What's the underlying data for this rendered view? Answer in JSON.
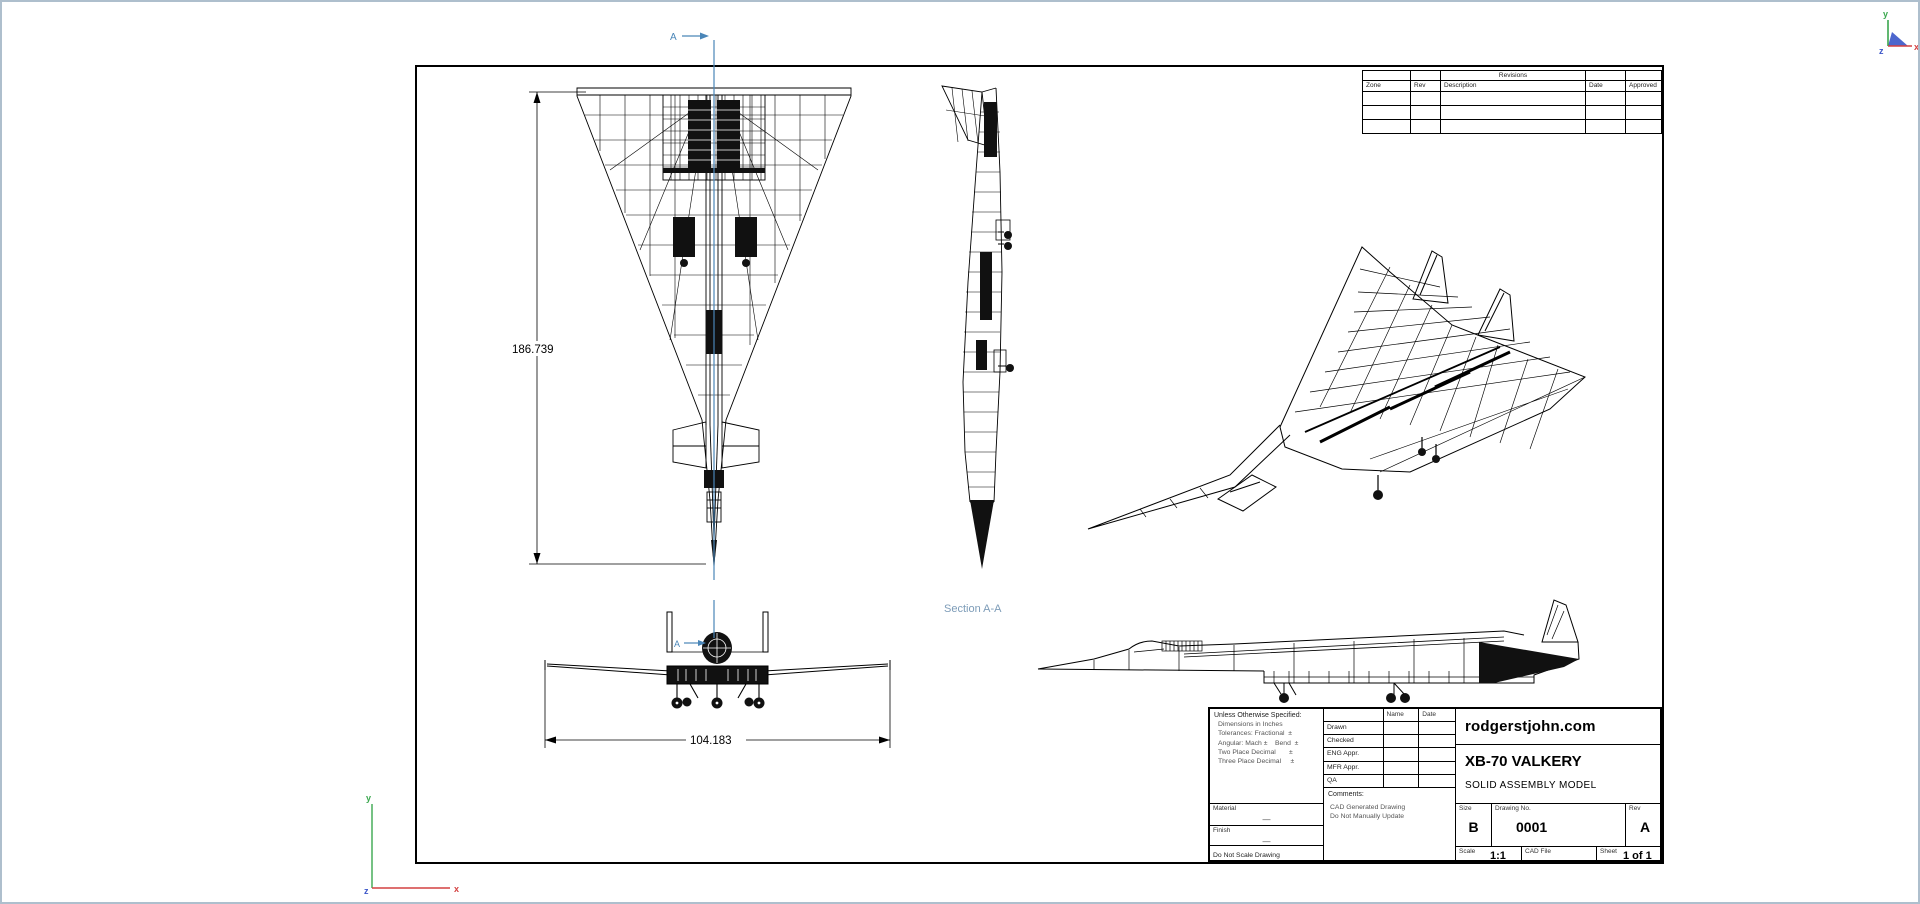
{
  "sheet": {
    "line_color": "#000000",
    "background": "#ffffff"
  },
  "section": {
    "cut_label": "A",
    "view_label": "Section A-A",
    "line_color": "#4a86b8",
    "label_color": "#7d9cb8"
  },
  "dimensions": {
    "overall_length": "186.739",
    "wingspan": "104.183"
  },
  "revision_table": {
    "title": "Revisions",
    "columns": [
      "Zone",
      "Rev",
      "Description",
      "Date",
      "Approved"
    ]
  },
  "title_block": {
    "tolerance": {
      "heading": "Unless Otherwise Specified:",
      "lines": [
        "Dimensions in Inches",
        "Tolerances: Fractional  ±",
        "Angular: Mach ±    Bend  ±",
        "Two Place Decimal       ±",
        "Three Place Decimal     ±"
      ]
    },
    "material_label": "Material",
    "material_value": "—",
    "finish_label": "Finish",
    "finish_value": "—",
    "do_not_scale": "Do Not Scale Drawing",
    "approvals": {
      "name_header": "Name",
      "date_header": "Date",
      "rows": [
        "Drawn",
        "Checked",
        "ENG Appr.",
        "MFR Appr.",
        "QA"
      ]
    },
    "comments": {
      "label": "Comments:",
      "lines": [
        "CAD Generated Drawing",
        "Do Not Manually Update"
      ]
    },
    "company": "rodgerstjohn.com",
    "title": "XB-70 VALKERY",
    "subtitle": "SOLID ASSEMBLY MODEL",
    "size_label": "Size",
    "size_value": "B",
    "drawing_no_label": "Drawing  No.",
    "drawing_no_value": "0001",
    "rev_label": "Rev",
    "rev_value": "A",
    "scale_label": "Scale",
    "scale_value": "1:1",
    "cad_file_label": "CAD File",
    "sheet_label": "Sheet",
    "sheet_value": "1 of 1"
  },
  "axes": {
    "x_label": "x",
    "y_label": "y",
    "z_label": "z",
    "x_color": "#d44040",
    "y_color": "#3aa74e",
    "z_color": "#3a55c8"
  }
}
